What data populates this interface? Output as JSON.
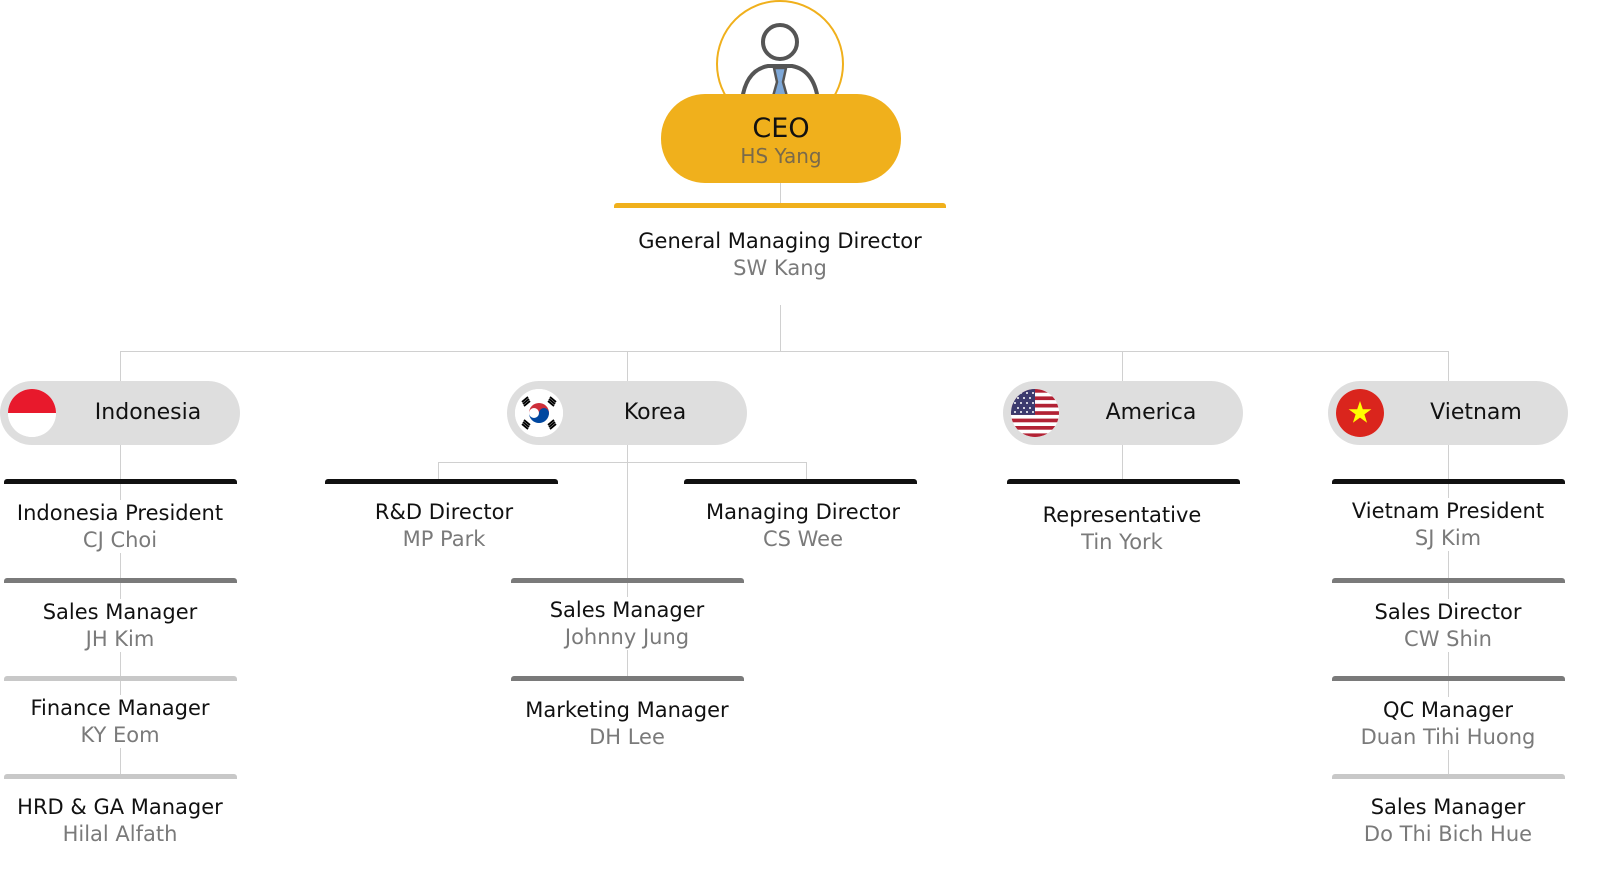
{
  "ceo": {
    "title": "CEO",
    "name": "HS Yang"
  },
  "gmd": {
    "title": "General Managing Director",
    "name": "SW Kang"
  },
  "branches": {
    "indonesia": {
      "label": "Indonesia",
      "flag_colors": [
        "#e8192c",
        "#ffffff"
      ],
      "roles": [
        {
          "title": "Indonesia President",
          "name": "CJ Choi"
        },
        {
          "title": "Sales Manager",
          "name": "JH Kim"
        },
        {
          "title": "Finance Manager",
          "name": "KY Eom"
        },
        {
          "title": "HRD & GA Manager",
          "name": "Hilal Alfath"
        }
      ]
    },
    "korea": {
      "label": "Korea",
      "flag_colors": [
        "#cd2e3a",
        "#0047a0",
        "#000000"
      ],
      "roles": [
        {
          "title": "R&D Director",
          "name": "MP Park"
        },
        {
          "title": "Managing Director",
          "name": "CS Wee"
        },
        {
          "title": "Sales Manager",
          "name": "Johnny Jung"
        },
        {
          "title": "Marketing Manager",
          "name": "DH Lee"
        }
      ]
    },
    "america": {
      "label": "America",
      "flag_colors": [
        "#b22234",
        "#ffffff",
        "#3c3b6e"
      ],
      "roles": [
        {
          "title": "Representative",
          "name": "Tin York"
        }
      ]
    },
    "vietnam": {
      "label": "Vietnam",
      "flag_colors": [
        "#da251d",
        "#ffff00"
      ],
      "roles": [
        {
          "title": "Vietnam President",
          "name": "SJ Kim"
        },
        {
          "title": "Sales Director",
          "name": "CW Shin"
        },
        {
          "title": "QC Manager",
          "name": "Duan Tihi Huong"
        },
        {
          "title": "Sales Manager",
          "name": "Do Thi Bich Hue"
        }
      ]
    }
  },
  "colors": {
    "accent": "#f0b01c",
    "pill": "#dedede",
    "connector": "#d0d0d0",
    "name_text": "#7a7a7a"
  }
}
